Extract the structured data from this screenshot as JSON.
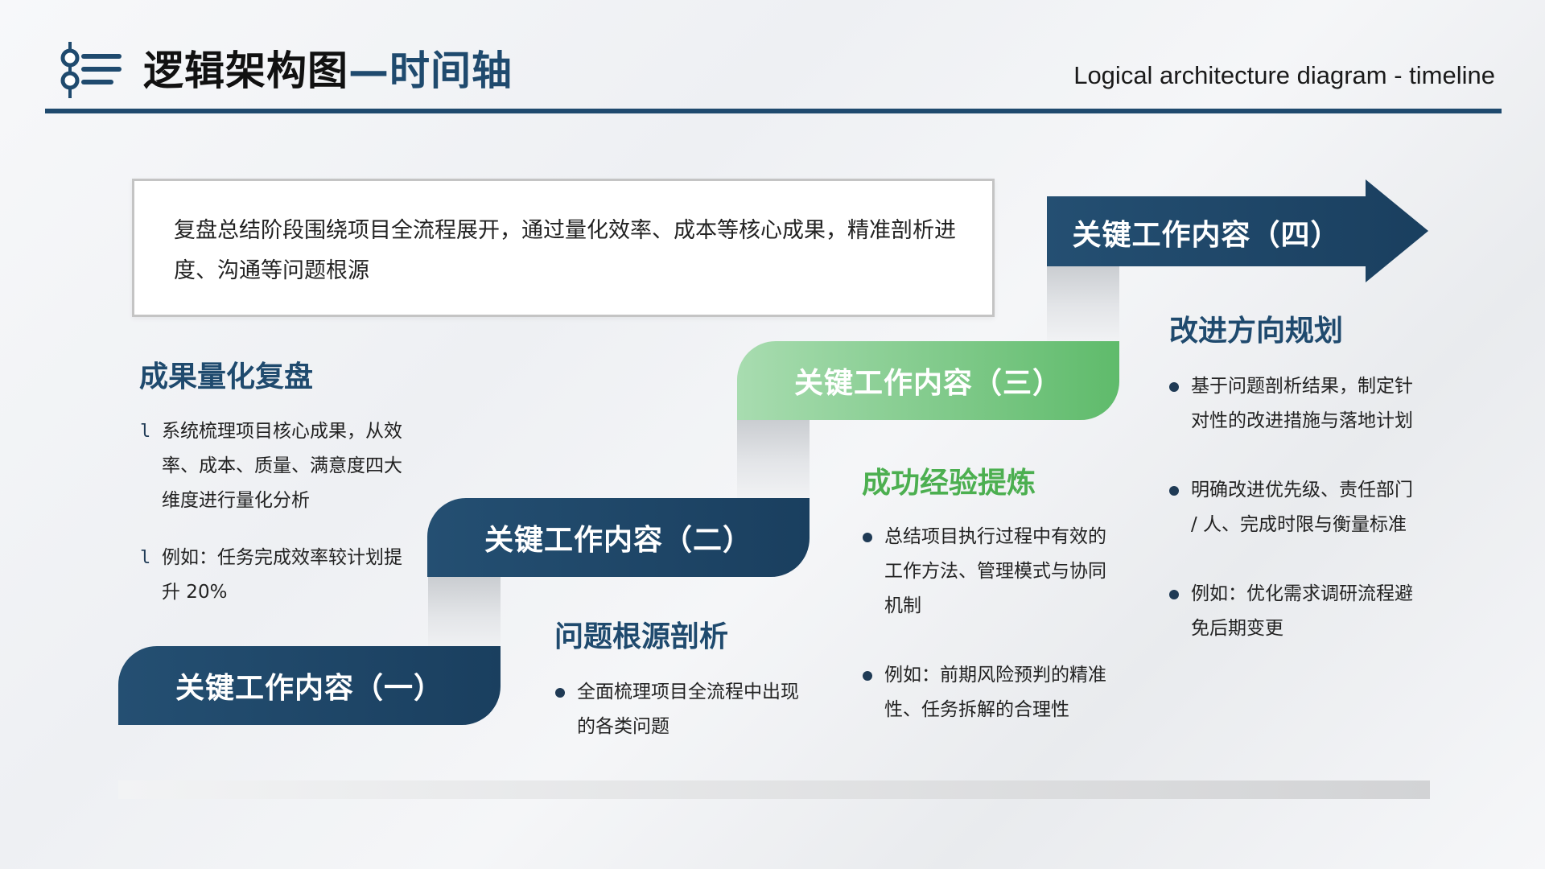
{
  "header": {
    "title_main": "逻辑架构图",
    "title_dash": "—",
    "title_accent": "时间轴",
    "subtitle": "Logical architecture diagram - timeline"
  },
  "summary": {
    "text": "复盘总结阶段围绕项目全流程展开，通过量化效率、成本等核心成果，精准剖析进度、沟通等问题根源"
  },
  "steps": [
    {
      "label": "关键工作内容（一）"
    },
    {
      "label": "关键工作内容（二）"
    },
    {
      "label": "关键工作内容（三）"
    },
    {
      "label": "关键工作内容（四）"
    }
  ],
  "sections": {
    "results": {
      "title": "成果量化复盘",
      "items": [
        "系统梳理项目核心成果，从效率、成本、质量、满意度四大维度进行量化分析",
        "例如：任务完成效率较计划提升 20%"
      ]
    },
    "problems": {
      "title": "问题根源剖析",
      "items": [
        "全面梳理项目全流程中出现的各类问题"
      ]
    },
    "experience": {
      "title": "成功经验提炼",
      "items": [
        "总结项目执行过程中有效的工作方法、管理模式与协同机制",
        "例如：前期风险预判的精准性、任务拆解的合理性"
      ]
    },
    "improve": {
      "title": "改进方向规划",
      "items": [
        "基于问题剖析结果，制定针对性的改进措施与落地计划",
        "明确改进优先级、责任部门 / 人、完成时限与衡量标准",
        "例如：优化需求调研流程避免后期变更"
      ]
    }
  },
  "colors": {
    "navy": "#1f4a6e",
    "green": "#5fbb6b",
    "light_green": "#a8dcb0"
  },
  "icons": [
    "timeline-list-icon",
    "arrow-right-icon"
  ]
}
